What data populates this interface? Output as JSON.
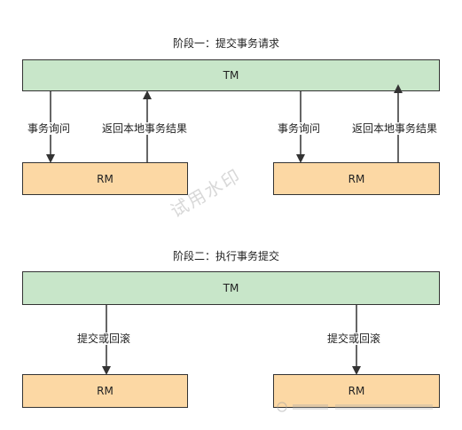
{
  "phase1": {
    "title": "阶段一：提交事务请求",
    "tm_label": "TM",
    "rm_left_label": "RM",
    "rm_right_label": "RM",
    "query_label_left": "事务询问",
    "return_label_left": "返回本地事务结果",
    "query_label_right": "事务询问",
    "return_label_right": "返回本地事务结果"
  },
  "phase2": {
    "title": "阶段二：执行事务提交",
    "tm_label": "TM",
    "rm_left_label": "RM",
    "rm_right_label": "RM",
    "commit_label_left": "提交或回滚",
    "commit_label_right": "提交或回滚"
  },
  "watermark": "试用水印",
  "colors": {
    "tm_fill": "#c8e6c9",
    "rm_fill": "#fcd8a4",
    "stroke": "#333333"
  }
}
